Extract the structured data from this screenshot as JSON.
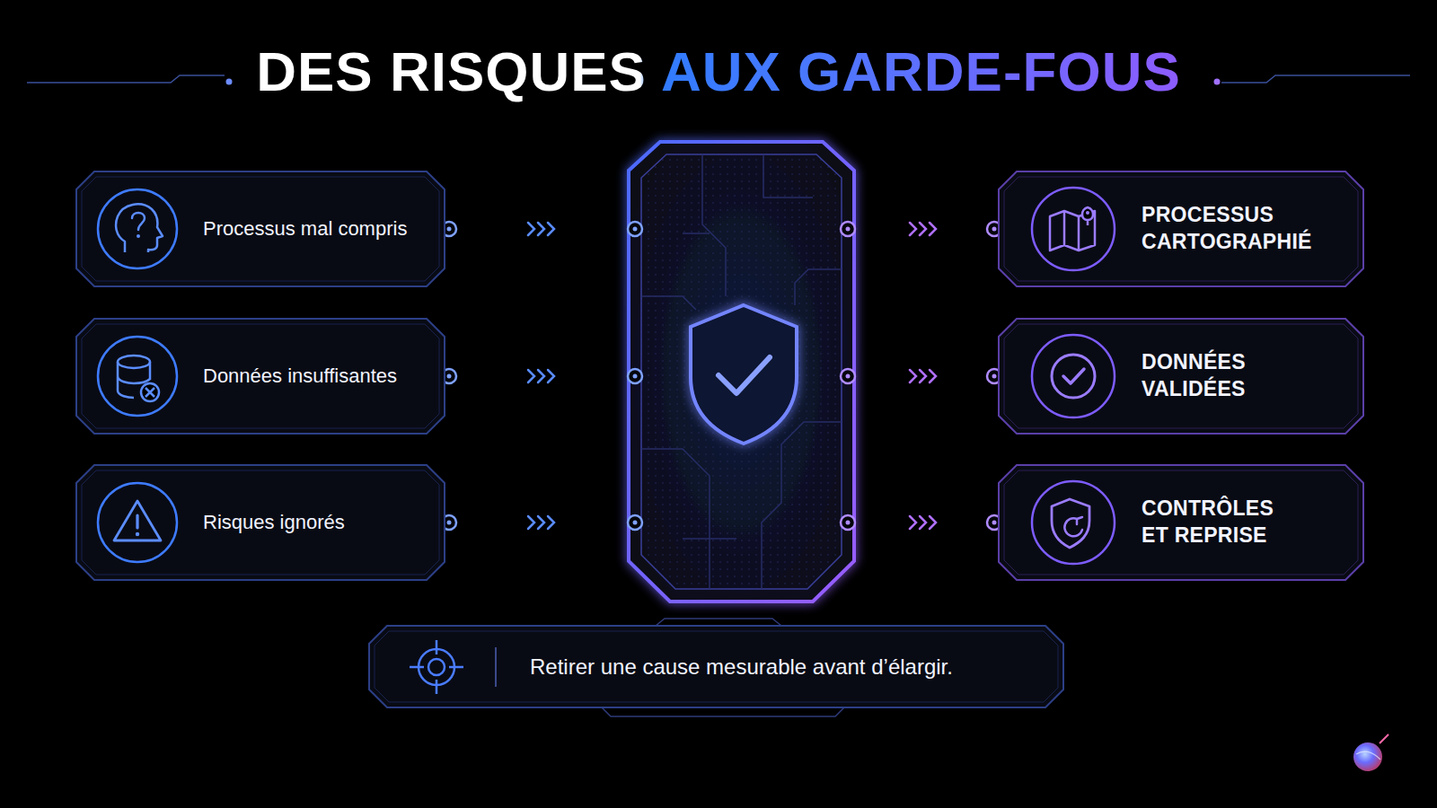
{
  "diagram": {
    "title": "DES RISQUES AUX GARDE-FOUS",
    "nodes": [
      {
        "text": [
          "Processus mal compris"
        ]
      },
      {
        "text": [
          "Données insuffisantes"
        ]
      },
      {
        "text": [
          "Risques ignorés"
        ]
      },
      {
        "text": [
          "PROCESSUS CARTOGRAPHIÉ"
        ]
      },
      {
        "text": [
          "DONNÉES VALIDÉES"
        ]
      },
      {
        "text": [
          "CONTRÔLES ET REPRISE"
        ]
      },
      {
        "text": [
          "Retirer une cause mesurable avant d’élargir."
        ]
      }
    ],
    "edges": [
      {
        "from": 0,
        "to": 3,
        "arrow": "to"
      },
      {
        "from": 1,
        "to": 4,
        "arrow": "to"
      },
      {
        "from": 2,
        "to": 5,
        "arrow": "to"
      }
    ]
  }
}
